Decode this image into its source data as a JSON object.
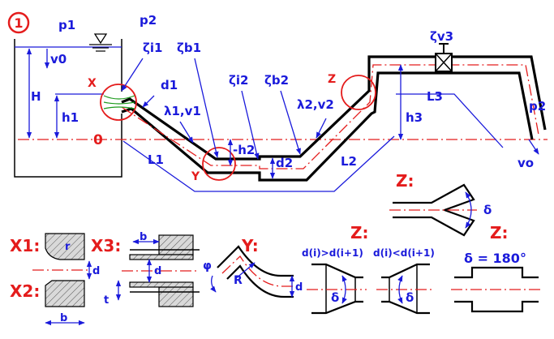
{
  "colors": {
    "accent_red": "#e41c1c",
    "label_blue": "#1a1adb",
    "line": "#000000",
    "fill_hatch": "#d9d9d9"
  },
  "main": {
    "figure_number": "1",
    "pressures": {
      "p1": "p1",
      "p2_top": "p2",
      "p2_right": "p2"
    },
    "velocities": {
      "v0": "v0",
      "vo": "vo"
    },
    "heights": {
      "H": "H",
      "h1": "h1",
      "h2": "-h2",
      "h3": "h3",
      "zero": "0"
    },
    "lengths": {
      "L1": "L1",
      "L2": "L2",
      "L3": "L3"
    },
    "diameters": {
      "d1": "d1",
      "d2": "d2"
    },
    "segments": {
      "seg1": "λ1,v1",
      "seg2": "λ2,v2"
    },
    "loss_coefficients": {
      "zeta_i1": "ζi1",
      "zeta_b1": "ζb1",
      "zeta_i2": "ζi2",
      "zeta_b2": "ζb2",
      "zeta_v3": "ζv3"
    },
    "details": {
      "X": "X",
      "Y": "Y",
      "Z": "Z"
    }
  },
  "details": {
    "x1_label": "X1:",
    "x2_label": "X2:",
    "x3_label": "X3:",
    "r": "r",
    "d": "d",
    "b": "b",
    "t": "t",
    "y_label": "Y:",
    "phi": "φ",
    "R": "R",
    "z_label": "Z:",
    "delta": "δ",
    "cond1": "d(i)>d(i+1)",
    "cond2": "d(i)<d(i+1)",
    "cond3": "δ = 180°"
  }
}
